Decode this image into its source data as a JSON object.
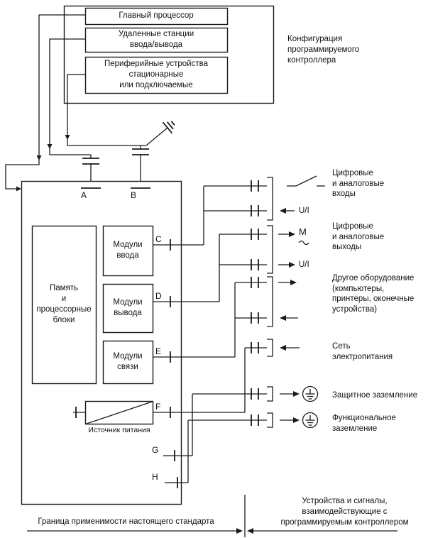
{
  "colors": {
    "ink": "#1a1a1a",
    "background": "#ffffff"
  },
  "config": {
    "main_processor": "Главный процессор",
    "remote_io": "Удаленные станции\nввода/вывода",
    "peripherals": "Периферийные устройства\nстационарные\nили подключаемые",
    "caption": "Конфигурация\nпрограммируемого\nконтроллера"
  },
  "plc": {
    "memory": "Память\nи\nпроцессорные\nблоки",
    "input_modules": "Модули\nввода",
    "output_modules": "Модули\nвывода",
    "comm_modules": "Модули\nсвязи",
    "power_supply": "Источник питания",
    "interfaces": {
      "a": "A",
      "b": "B",
      "c": "C",
      "d": "D",
      "e": "E",
      "f": "F",
      "g": "G",
      "h": "H"
    }
  },
  "right": {
    "inputs": "Цифровые\nи аналоговые\nвходы",
    "ui_in": "U/I",
    "outputs": "Цифровые\nи аналоговые\nвыходы",
    "motor": "М",
    "ui_out": "U/I",
    "other": "Другое оборудование\n(компьютеры,\nпринтеры, оконечные\nустройства)",
    "mains": "Сеть\nэлектропитания",
    "protective_earth": "Защитное заземление",
    "functional_earth": "Функциональное\nзаземление"
  },
  "bottom": {
    "left": "Граница применимости настоящего стандарта",
    "right": "Устройства и сигналы,\nвзаимодействующие с\nпрограммируемым контроллером"
  }
}
